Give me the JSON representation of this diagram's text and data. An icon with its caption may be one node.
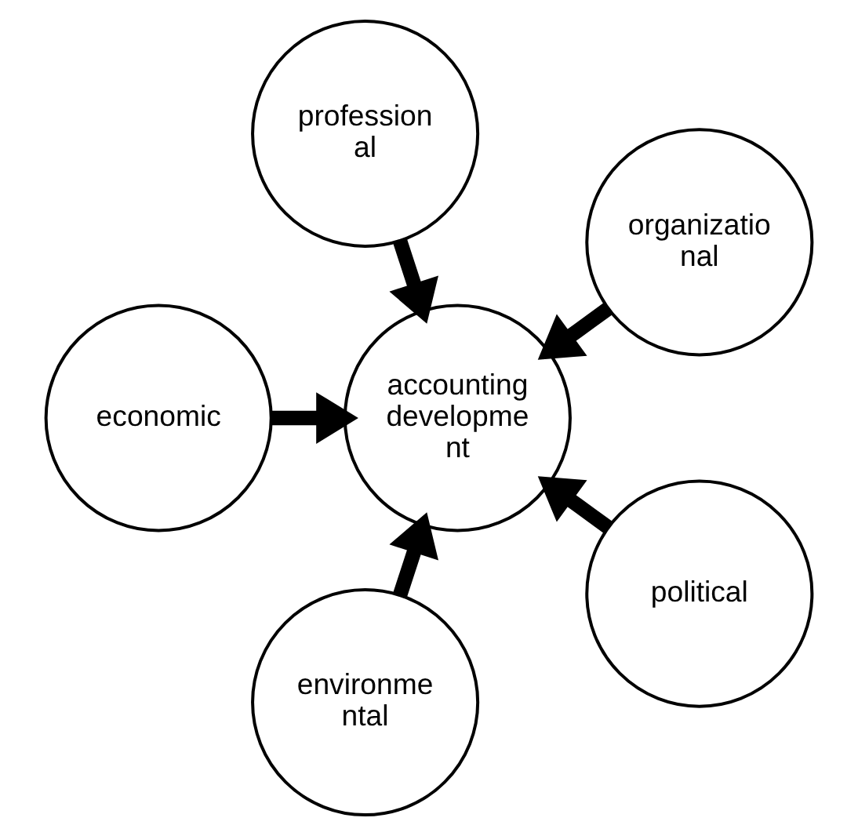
{
  "diagram": {
    "nodes": [
      {
        "text": [
          "organizatio nal"
        ]
      },
      {
        "text": [
          "profession al"
        ]
      },
      {
        "text": [
          "economic"
        ]
      },
      {
        "text": [
          "accounting developme nt"
        ]
      },
      {
        "text": [
          "environme ntal"
        ]
      },
      {
        "text": [
          "political"
        ]
      }
    ],
    "edges": [
      {
        "from": 0,
        "to": 3,
        "arrow": "to"
      },
      {
        "from": 1,
        "to": 3,
        "arrow": "to"
      },
      {
        "from": 2,
        "to": 3,
        "arrow": "to"
      },
      {
        "from": 4,
        "to": 3,
        "arrow": "to"
      },
      {
        "from": 5,
        "to": 3,
        "arrow": "to"
      }
    ]
  }
}
